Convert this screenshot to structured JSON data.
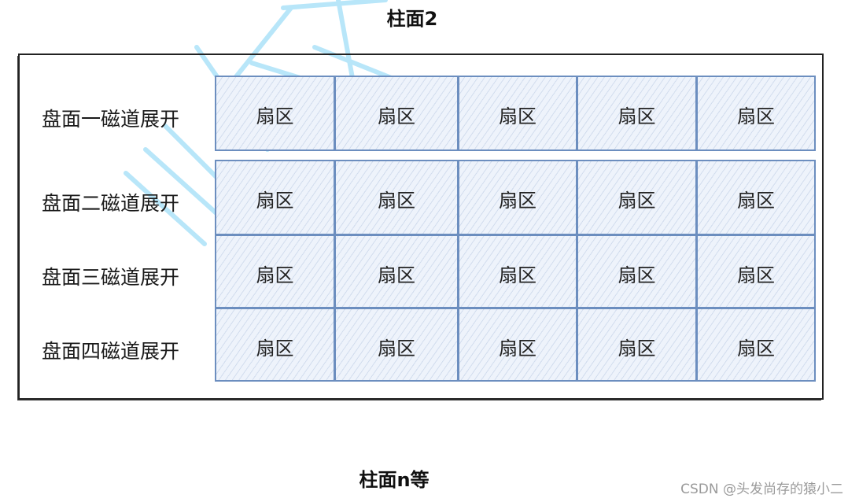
{
  "diagram": {
    "top_title": "柱面2",
    "bottom_title": "柱面n等",
    "rows": [
      {
        "label": "盘面一磁道展开",
        "cells": [
          "扇区",
          "扇区",
          "扇区",
          "扇区",
          "扇区"
        ]
      },
      {
        "label": "盘面二磁道展开",
        "cells": [
          "扇区",
          "扇区",
          "扇区",
          "扇区",
          "扇区"
        ]
      },
      {
        "label": "盘面三磁道展开",
        "cells": [
          "扇区",
          "扇区",
          "扇区",
          "扇区",
          "扇区"
        ]
      },
      {
        "label": "盘面四磁道展开",
        "cells": [
          "扇区",
          "扇区",
          "扇区",
          "扇区",
          "扇区"
        ]
      }
    ]
  },
  "colors": {
    "cell_border": "#6c8ebf",
    "cell_fill": "#eef3fb",
    "watermark": "#7fd3f5"
  },
  "footer": {
    "credit": "CSDN @头发尚存的猿小二"
  }
}
